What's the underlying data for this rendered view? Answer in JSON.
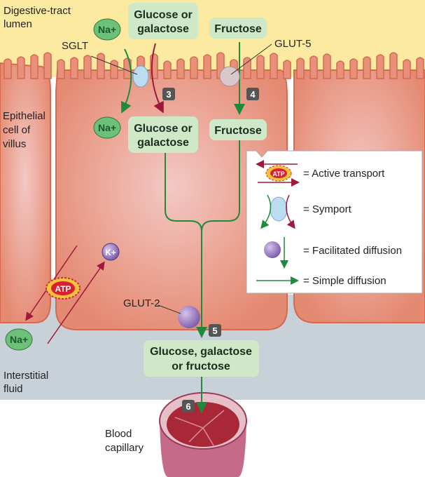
{
  "labels": {
    "lumen": [
      "Digestive-tract",
      "lumen"
    ],
    "epithelial": [
      "Epithelial",
      "cell of",
      "villus"
    ],
    "interstitial": [
      "Interstitial",
      "fluid"
    ],
    "capillary": [
      "Blood",
      "capillary"
    ],
    "sglt": "SGLT",
    "glut5": "GLUT-5",
    "glut2": "GLUT-2"
  },
  "boxes": {
    "glucose_top": [
      "Glucose or",
      "galactose"
    ],
    "fructose_top": "Fructose",
    "glucose_cell": [
      "Glucose or",
      "galactose"
    ],
    "fructose_cell": "Fructose",
    "output": [
      "Glucose, galactose",
      "or fructose"
    ]
  },
  "ions": {
    "na": "Na+",
    "k": "K+",
    "atp": "ATP"
  },
  "steps": [
    "3",
    "4",
    "5",
    "6"
  ],
  "legend": {
    "active": "= Active transport",
    "symport": "= Symport",
    "facilitated": "= Facilitated diffusion",
    "simple": "= Simple diffusion"
  },
  "colors": {
    "lumen": "#fbeaa0",
    "cell": "#e8907a",
    "interstitial": "#c8d0d8",
    "box": "#cfe8c8",
    "green": "#1f8a3c",
    "red": "#a0183a"
  }
}
